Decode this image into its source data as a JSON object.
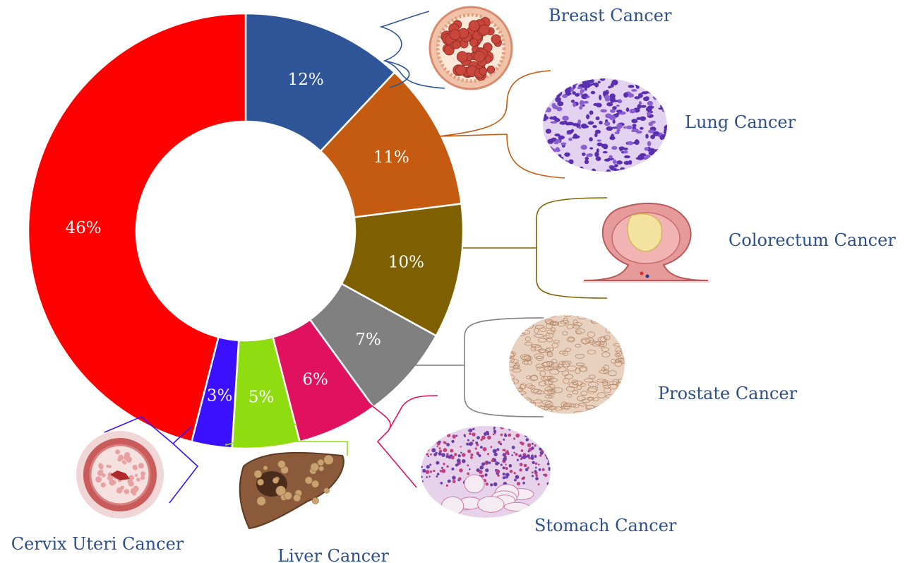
{
  "chart_data": {
    "type": "pie",
    "subtype": "donut",
    "title": "",
    "slices": [
      {
        "label": "Breast Cancer",
        "value": 12,
        "display": "12%",
        "color": "#2e5597"
      },
      {
        "label": "Lung Cancer",
        "value": 11,
        "display": "11%",
        "color": "#c55a11"
      },
      {
        "label": "Colorectum Cancer",
        "value": 10,
        "display": "10%",
        "color": "#7f6000"
      },
      {
        "label": "Prostate Cancer",
        "value": 7,
        "display": "7%",
        "color": "#808080"
      },
      {
        "label": "Stomach Cancer",
        "value": 6,
        "display": "6%",
        "color": "#e0115f"
      },
      {
        "label": "Liver Cancer",
        "value": 5,
        "display": "5%",
        "color": "#8fdd10"
      },
      {
        "label": "Cervix Uteri Cancer",
        "value": 3,
        "display": "3%",
        "color": "#3a10ff"
      },
      {
        "label": "",
        "value": 46,
        "display": "46%",
        "color": "#ff0000"
      }
    ],
    "legend": "none",
    "grid": false
  }
}
